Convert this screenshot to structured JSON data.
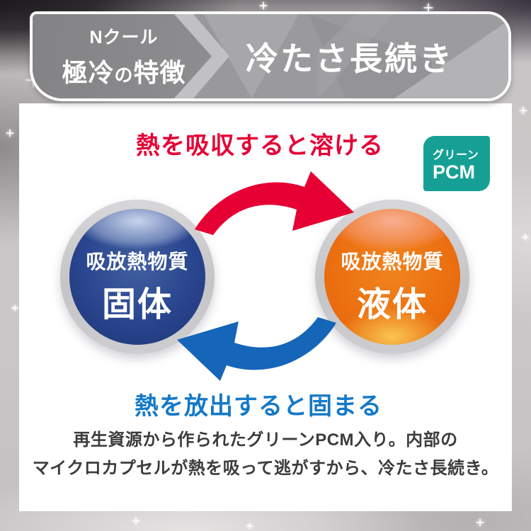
{
  "header": {
    "tag_line1": "Nクール",
    "tag2_parts": [
      "極冷",
      "の",
      "特徴"
    ],
    "title": "冷たさ長続き"
  },
  "badge": {
    "line1": "グリーン",
    "line2": "PCM",
    "color": "#16a095"
  },
  "cycle": {
    "top_caption": "熱を吸収すると溶ける",
    "bottom_caption": "熱を放出すると固まる",
    "solid": {
      "label_top": "吸放熱物質",
      "label_main": "固体",
      "sphere_color": "#2b4790"
    },
    "liquid": {
      "label_top": "吸放熱物質",
      "label_main": "液体",
      "sphere_color": "#ec7010"
    },
    "arrow_colors": {
      "absorb": "#e60033",
      "release": "#1565b8"
    },
    "caption_colors": {
      "top": "#e50036",
      "bottom": "#1479c8"
    }
  },
  "description": {
    "line1": "再生資源から作られたグリーンPCM入り。内部の",
    "line2": "マイクロカプセルが熱を吸って逃がすから、冷たさ長続き。"
  }
}
